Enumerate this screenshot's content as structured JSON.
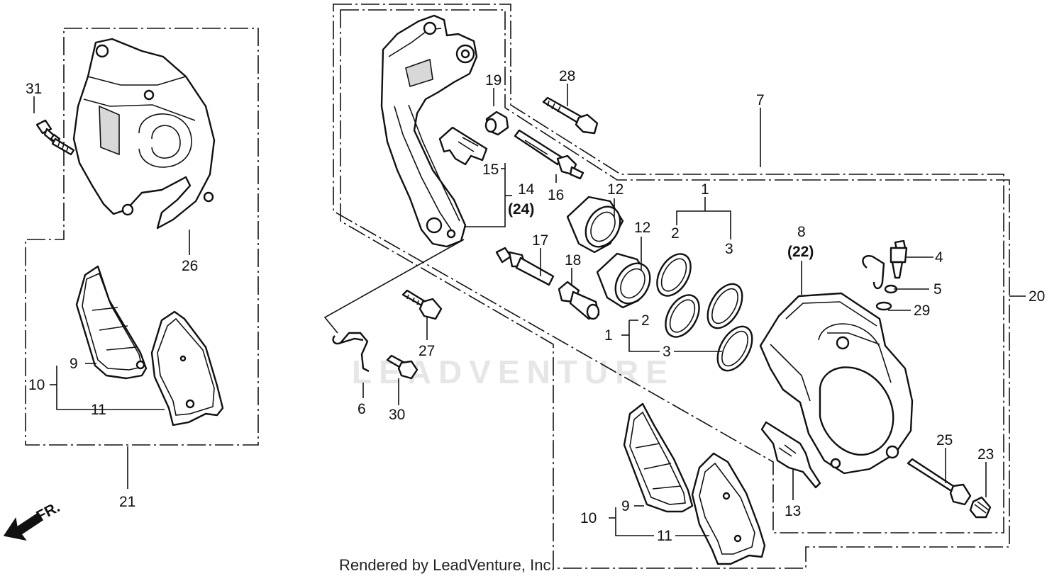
{
  "watermark": "LEADVENTURE",
  "credit": "Rendered by LeadVenture, Inc.",
  "direction_label": "FR.",
  "callouts": {
    "c1a": "1",
    "c1b": "1",
    "c2a": "2",
    "c2b": "2",
    "c3a": "3",
    "c3b": "3",
    "c4": "4",
    "c5": "5",
    "c6": "6",
    "c7": "7",
    "c8": "8",
    "c8alt": "(22)",
    "c9a": "9",
    "c9b": "9",
    "c10a": "10",
    "c10b": "10",
    "c11a": "11",
    "c11b": "11",
    "c12a": "12",
    "c12b": "12",
    "c13": "13",
    "c14": "14",
    "c14alt": "(24)",
    "c15": "15",
    "c16": "16",
    "c17": "17",
    "c18": "18",
    "c19": "19",
    "c20": "20",
    "c21": "21",
    "c23": "23",
    "c25": "25",
    "c26": "26",
    "c27": "27",
    "c28": "28",
    "c29": "29",
    "c30": "30",
    "c31": "31"
  }
}
